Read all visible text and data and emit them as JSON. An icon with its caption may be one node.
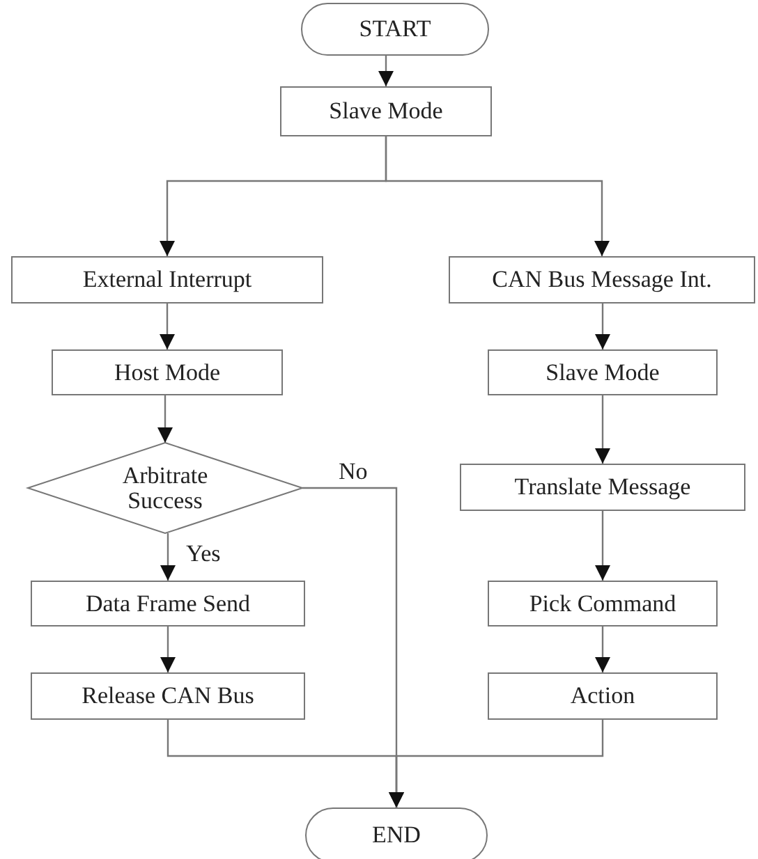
{
  "diagram": {
    "nodes": [
      {
        "text": [
          "START"
        ]
      },
      {
        "text": [
          "Slave Mode"
        ]
      },
      {
        "text": [
          "External Interrupt"
        ]
      },
      {
        "text": [
          "CAN Bus Message Int."
        ]
      },
      {
        "text": [
          "Host Mode"
        ]
      },
      {
        "text": [
          "Arbitrate Success"
        ]
      },
      {
        "text": [
          "Slave Mode"
        ]
      },
      {
        "text": [
          "Translate Message"
        ]
      },
      {
        "text": [
          "Data Frame Send"
        ]
      },
      {
        "text": [
          "Pick Command"
        ]
      },
      {
        "text": [
          "Release CAN Bus"
        ]
      },
      {
        "text": [
          "Action"
        ]
      },
      {
        "text": [
          "END"
        ]
      }
    ],
    "edges": [
      {
        "from": 0,
        "to": 1,
        "arrow": "to"
      },
      {
        "from": 1,
        "to": 2,
        "arrow": "to"
      },
      {
        "from": 1,
        "to": 3,
        "arrow": "to"
      },
      {
        "from": 2,
        "to": 4,
        "arrow": "to"
      },
      {
        "from": 4,
        "to": 5,
        "arrow": "to"
      },
      {
        "from": 5,
        "to": 8,
        "arrow": "to",
        "label": "Yes"
      },
      {
        "from": 5,
        "to": 12,
        "arrow": "to",
        "label": "No"
      },
      {
        "from": 8,
        "to": 10,
        "arrow": "to"
      },
      {
        "from": 10,
        "to": 12,
        "arrow": "to"
      },
      {
        "from": 3,
        "to": 6,
        "arrow": "to"
      },
      {
        "from": 6,
        "to": 7,
        "arrow": "to"
      },
      {
        "from": 7,
        "to": 9,
        "arrow": "to"
      },
      {
        "from": 9,
        "to": 11,
        "arrow": "to"
      },
      {
        "from": 11,
        "to": 12,
        "arrow": "to"
      }
    ]
  }
}
